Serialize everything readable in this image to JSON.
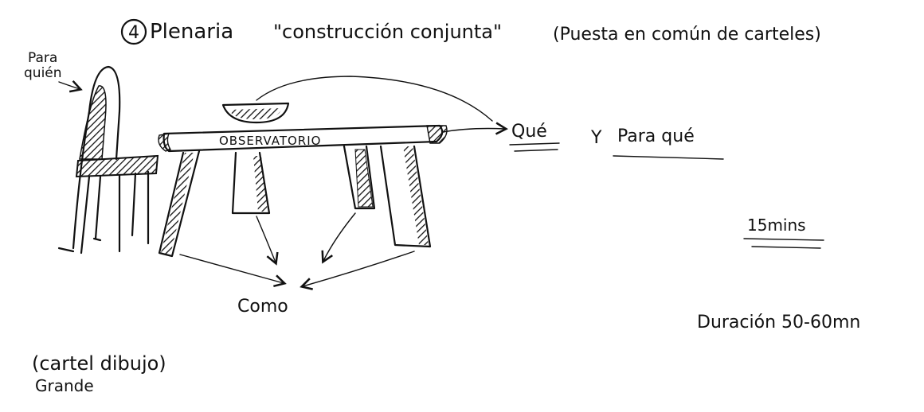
{
  "title": {
    "number": "4",
    "name": "Plenaria",
    "quote": "\"construcción conjunta\"",
    "note": "(Puesta en común de carteles)"
  },
  "chair_label": [
    "Para",
    "quién"
  ],
  "table_label": "OBSERVATORIO",
  "right_labels": {
    "que": "Qué",
    "y": "Y",
    "para_que": "Para qué"
  },
  "bottom_label": "Como",
  "time": "15mins",
  "duration": "Duración 50-60mn",
  "poster_note": [
    "(cartel dibujo)",
    "Grande"
  ],
  "ink_color": "#111111"
}
